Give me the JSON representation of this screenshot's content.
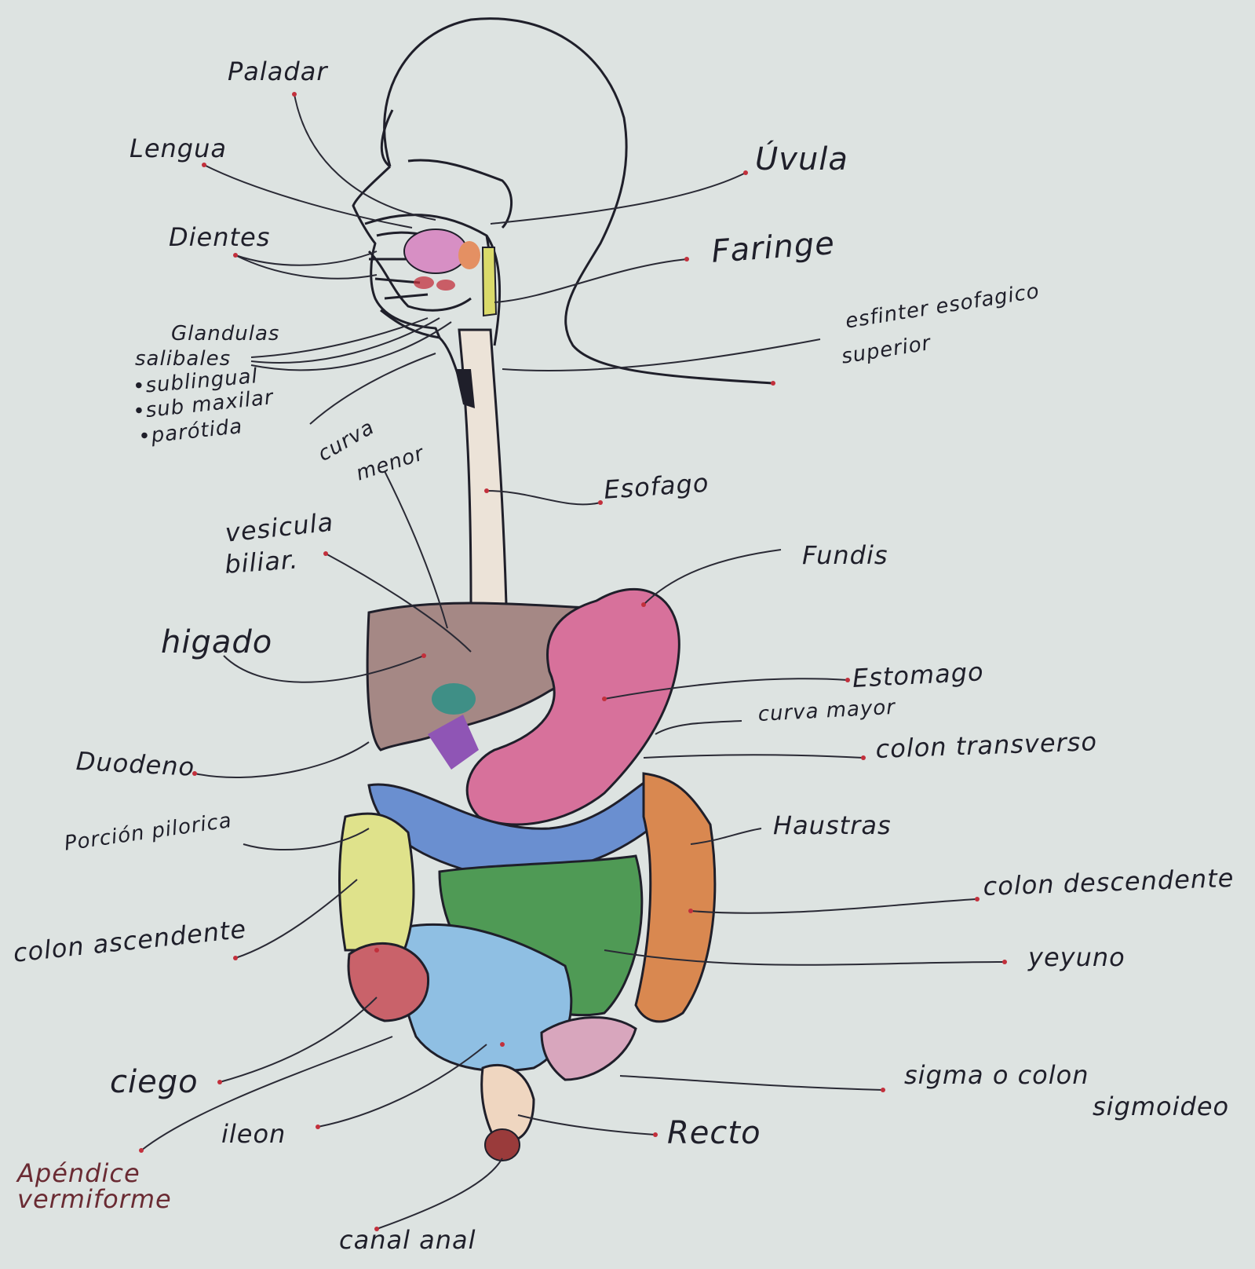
{
  "colors": {
    "paper": "#dde3e1",
    "ink": "#1f1f2a",
    "pin": "#c2303c",
    "tongue": "#d78fc4",
    "liver": "#a58885",
    "stomach": "#d7719b",
    "gallbladder": "#3f8f86",
    "duodenum": "#8f55b5",
    "transverse_colon": "#6a8fd0",
    "jejunum": "#4f9a55",
    "ileum": "#8fbfe3",
    "descending_colon": "#d98850",
    "ascending_colon": "#dfe28b",
    "cecum": "#c9626a",
    "sigmoid": "#d8a6bd",
    "rectum": "#efd6c0",
    "anus": "#9a3b3b",
    "esophagus": "#ece3d8",
    "pharynx": "#dada6a"
  },
  "labels": {
    "paladar": "Paladar",
    "lengua": "Lengua",
    "dientes": "Dientes",
    "glandulas_title": "Glandulas",
    "glandulas_title2": "salibales",
    "sublingual": "•sublingual",
    "submaxilar": "•sub maxilar",
    "parotida": "•parótida",
    "uvula": "Úvula",
    "faringe": "Faringe",
    "esfinter_1": "esfinter esofagico",
    "esfinter_2": "superior",
    "curva_menor_1": "curva",
    "curva_menor_2": "menor",
    "esofago": "Esofago",
    "vesicula_1": "vesicula",
    "vesicula_2": "biliar.",
    "fundis": "Fundis",
    "higado": "higado",
    "estomago": "Estomago",
    "curva_mayor": "curva mayor",
    "colon_transverso": "colon transverso",
    "duodeno": "Duodeno",
    "porcion_pilorica": "Porción pilorica",
    "haustras": "Haustras",
    "colon_descendente": "colon descendente",
    "colon_ascendente": "colon ascendente",
    "yeyuno": "yeyuno",
    "ciego": "ciego",
    "sigma_1": "sigma o colon",
    "sigma_2": "sigmoideo",
    "ileon": "ileon",
    "recto": "Recto",
    "apendice_1": "Apéndice",
    "apendice_2": "vermiforme",
    "canal_anal": "canal anal"
  }
}
